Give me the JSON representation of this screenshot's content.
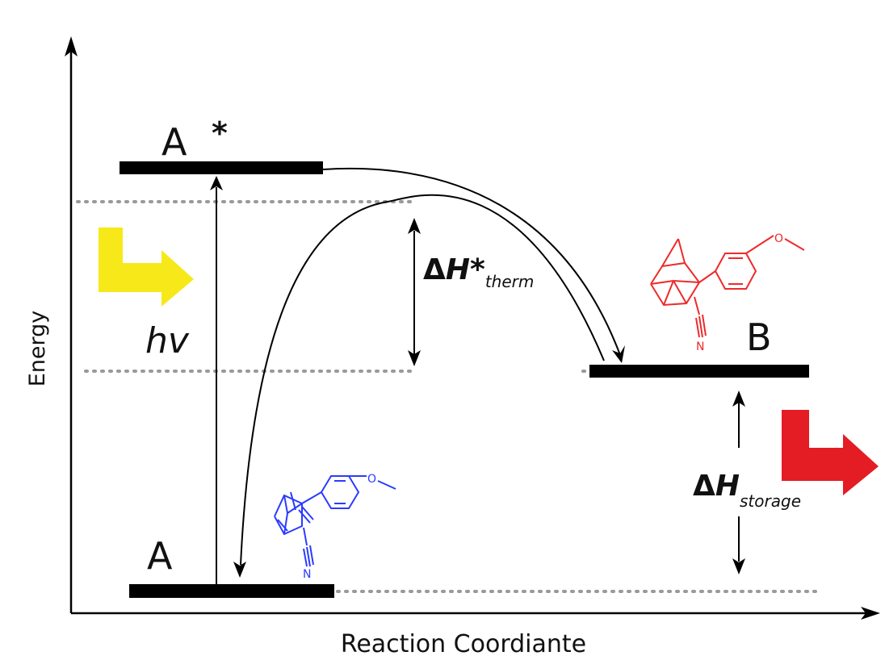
{
  "axes": {
    "x_label": "Reaction Coordiante",
    "y_label": "Energy"
  },
  "states": {
    "a_excited": {
      "label": "A",
      "marker": "*"
    },
    "a_ground": {
      "label": "A"
    },
    "b": {
      "label": "B"
    }
  },
  "annotations": {
    "excitation": {
      "main": "h",
      "sub": "v"
    },
    "thermal_barrier": {
      "delta": "Δ",
      "symbol": "H*",
      "sub": "therm"
    },
    "storage": {
      "delta": "Δ",
      "symbol": "H",
      "sub": "storage"
    }
  },
  "molecules": {
    "a_molecule": {
      "cn_atom": "N",
      "methoxy_atom": "O",
      "color": "#2b3bff"
    },
    "b_molecule": {
      "cn_atom": "N",
      "methoxy_atom": "O",
      "color": "#ee2a2a"
    }
  },
  "colors": {
    "light_arrow": "#f7e81a",
    "heat_arrow": "#e41c24",
    "lines": "#000000",
    "dotted": "#9a9a9a"
  }
}
